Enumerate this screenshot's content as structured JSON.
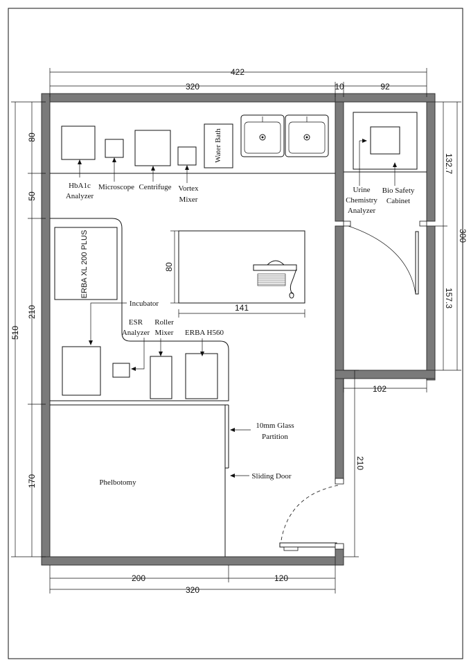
{
  "dimensions": {
    "top_overall": "422",
    "top_left": "320",
    "top_mid": "10",
    "top_right": "92",
    "left_total": "510",
    "left_80": "80",
    "left_50": "50",
    "left_210": "210",
    "left_170": "170",
    "right_132": "132.7",
    "right_300": "300",
    "right_157": "157.3",
    "right_210": "210",
    "mid_102": "102",
    "table_80": "80",
    "table_141": "141",
    "bottom_200": "200",
    "bottom_120": "120",
    "bottom_320": "320"
  },
  "labels": {
    "hba1c_1": "HbA1c",
    "hba1c_2": "Analyzer",
    "microscope": "Microscope",
    "centrifuge": "Centrifuge",
    "vortex_1": "Vortex",
    "vortex_2": "Mixer",
    "water_bath": "Water Bath",
    "urine_1": "Urine",
    "urine_2": "Chemistry",
    "urine_3": "Analyzer",
    "bsc_1": "Bio Safety",
    "bsc_2": "Cabinet",
    "erba_xl": "ERBA XL 200 PLUS",
    "incubator": "Incubator",
    "esr_1": "ESR",
    "esr_2": "Analyzer",
    "roller_1": "Roller",
    "roller_2": "Mixer",
    "erba_h560": "ERBA H560",
    "glass_1": "10mm Glass",
    "glass_2": "Partition",
    "sliding_door": "Sliding Door",
    "phlebotomy": "Phelbotomy"
  }
}
